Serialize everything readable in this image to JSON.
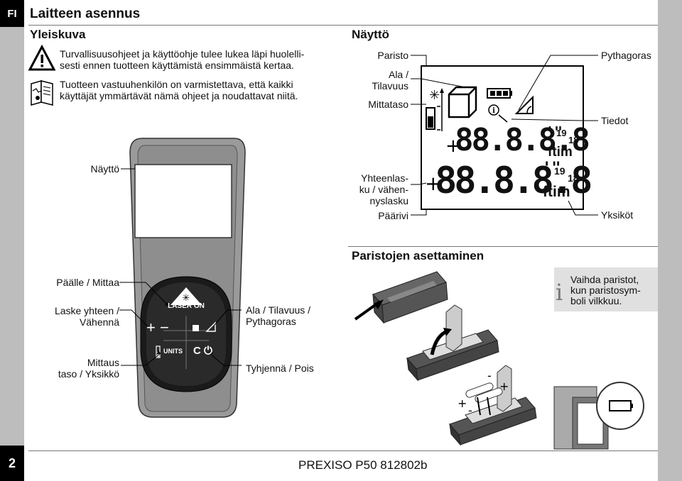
{
  "lang": "FI",
  "page_number": "2",
  "title": "Laitteen asennus",
  "overview": {
    "heading": "Yleiskuva",
    "warning_line1": "Turvallisuusohjeet ja käyttöohje tulee lukea läpi huolelli-",
    "warning_line2": "sesti ennen tuotteen käyttämistä ensimmäistä kertaa.",
    "manual_line1": "Tuotteen vastuuhenkilön on varmistettava, että kaikki",
    "manual_line2": "käyttäjät ymmärtävät nämä ohjeet ja noudattavat niitä."
  },
  "device": {
    "display_label": "Näyttö",
    "laser_on": "LASER ON",
    "plus_minus": "+ −",
    "units": "UNITS",
    "clear_symbol": "C ⏻",
    "labels": {
      "power_measure": "Päälle / Mittaa",
      "add_sub_line1": "Laske yhteen /",
      "add_sub_line2": "Vähennä",
      "area_line1": "Ala / Tilavuus /",
      "area_line2": "Pythagoras",
      "level_line1": "Mittaus",
      "level_line2": "taso / Yksikkö",
      "clear_off": "Tyhjennä / Pois"
    }
  },
  "display": {
    "heading": "Näyttö",
    "labels": {
      "battery": "Paristo",
      "area_line1": "Ala /",
      "area_line2": "Tilavuus",
      "reference": "Mittataso",
      "pythagoras": "Pythagoras",
      "info": "Tiedot",
      "sum_line1": "Yhteenlas-",
      "sum_line2": "ku / vähen-",
      "sum_line3": "nyslasku",
      "main_line": "Päärivi",
      "units": "Yksiköt"
    },
    "digits_small": "88.8.8.8",
    "digits_large": "88.8.8.8",
    "inch_marks": "'\"",
    "fraction_top": "19",
    "fraction_bottom": "18",
    "unit_text": "ftim",
    "plus_sign": "+"
  },
  "batteries": {
    "heading": "Paristojen asettaminen",
    "info_icon": "i",
    "note_line1": "Vaihda paristot,",
    "note_line2": "kun paristosym-",
    "note_line3": "boli vilkkuu."
  },
  "footer": "PREXISO P50 812802b"
}
